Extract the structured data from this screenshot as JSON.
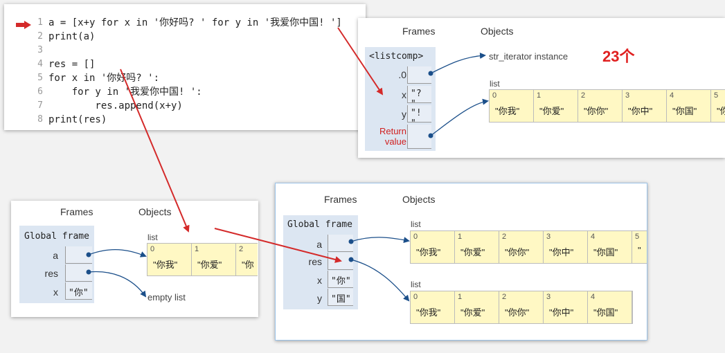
{
  "code": {
    "lines": [
      {
        "n": "1",
        "text": "a = [x+y for x in '你好吗? ' for y in '我爱你中国! ']"
      },
      {
        "n": "2",
        "text": "print(a)"
      },
      {
        "n": "3",
        "text": ""
      },
      {
        "n": "4",
        "text": "res = []"
      },
      {
        "n": "5",
        "text": "for x in '你好吗? ':"
      },
      {
        "n": "6",
        "text": "    for y in '我爱你中国! ':"
      },
      {
        "n": "7",
        "text": "        res.append(x+y)"
      },
      {
        "n": "8",
        "text": "print(res)"
      }
    ],
    "current_line_marker": "red-right-arrow-icon"
  },
  "panel_top_right": {
    "frames_label": "Frames",
    "objects_label": "Objects",
    "frame_title": "<listcomp>",
    "vars": [
      {
        "name": ".0",
        "value": ""
      },
      {
        "name": "x",
        "value": "\"? \""
      },
      {
        "name": "y",
        "value": "\"! \""
      }
    ],
    "return_label_1": "Return",
    "return_label_2": "value",
    "iterator_label": "str_iterator instance",
    "list_label": "list",
    "list_items": [
      {
        "i": "0",
        "v": "\"你我\""
      },
      {
        "i": "1",
        "v": "\"你爱\""
      },
      {
        "i": "2",
        "v": "\"你你\""
      },
      {
        "i": "3",
        "v": "\"你中\""
      },
      {
        "i": "4",
        "v": "\"你国\""
      },
      {
        "i": "5",
        "v": "\"你"
      }
    ]
  },
  "note": "23个",
  "panel_bottom_left": {
    "frames_label": "Frames",
    "objects_label": "Objects",
    "frame_title": "Global frame",
    "vars": [
      {
        "name": "a",
        "value": ""
      },
      {
        "name": "res",
        "value": ""
      },
      {
        "name": "x",
        "value": "\"你\""
      }
    ],
    "list_label": "list",
    "list_items": [
      {
        "i": "0",
        "v": "\"你我\""
      },
      {
        "i": "1",
        "v": "\"你爱\""
      },
      {
        "i": "2",
        "v": "\"你"
      }
    ],
    "empty_label": "empty list"
  },
  "panel_bottom_right": {
    "frames_label": "Frames",
    "objects_label": "Objects",
    "frame_title": "Global frame",
    "vars": [
      {
        "name": "a",
        "value": ""
      },
      {
        "name": "res",
        "value": ""
      },
      {
        "name": "x",
        "value": "\"你\""
      },
      {
        "name": "y",
        "value": "\"国\""
      }
    ],
    "list1_label": "list",
    "list1_items": [
      {
        "i": "0",
        "v": "\"你我\""
      },
      {
        "i": "1",
        "v": "\"你爱\""
      },
      {
        "i": "2",
        "v": "\"你你\""
      },
      {
        "i": "3",
        "v": "\"你中\""
      },
      {
        "i": "4",
        "v": "\"你国\""
      },
      {
        "i": "5",
        "v": "\""
      }
    ],
    "list2_label": "list",
    "list2_items": [
      {
        "i": "0",
        "v": "\"你我\""
      },
      {
        "i": "1",
        "v": "\"你爱\""
      },
      {
        "i": "2",
        "v": "\"你你\""
      },
      {
        "i": "3",
        "v": "\"你中\""
      },
      {
        "i": "4",
        "v": "\"你国\""
      }
    ]
  },
  "colors": {
    "annotation_arrow": "#d42a2a",
    "pointer_arrow": "#1b4f8a",
    "frame_bg": "#dce6f2",
    "list_bg": "#fff8c4"
  }
}
